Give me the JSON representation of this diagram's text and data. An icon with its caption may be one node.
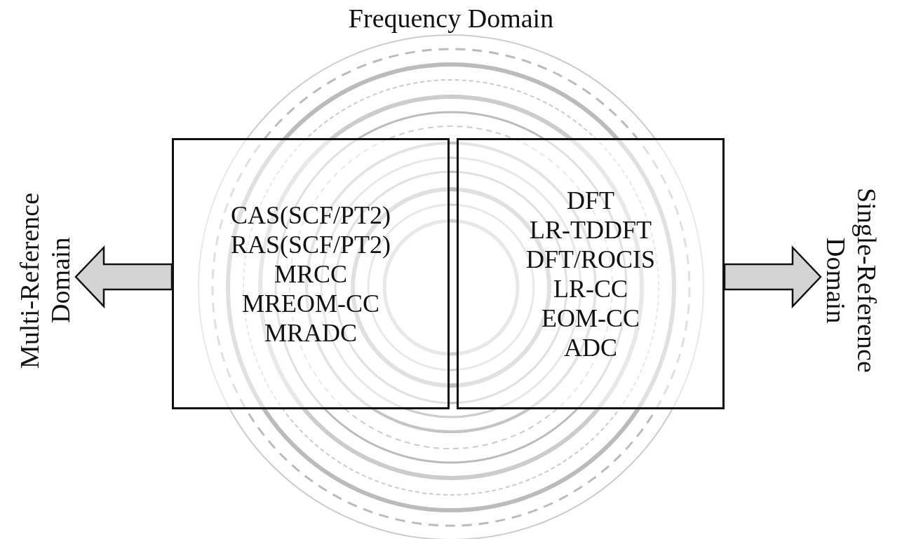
{
  "diagram": {
    "title": "Frequency Domain",
    "nodes": [
      {
        "text": [
          "CAS(SCF/PT2)",
          "RAS(SCF/PT2)",
          "MRCC",
          "MREOM-CC",
          "MRADC"
        ]
      },
      {
        "text": [
          "DFT",
          "LR-TDDFT",
          "DFT/ROCIS",
          "LR-CC",
          "EOM-CC",
          "ADC"
        ]
      },
      {
        "text": [
          "Multi-Reference Domain"
        ]
      },
      {
        "text": [
          "Single-Reference Domain"
        ]
      }
    ],
    "edges": [
      {
        "from": 0,
        "to": 2,
        "arrow": "to"
      },
      {
        "from": 1,
        "to": 3,
        "arrow": "to"
      }
    ]
  }
}
